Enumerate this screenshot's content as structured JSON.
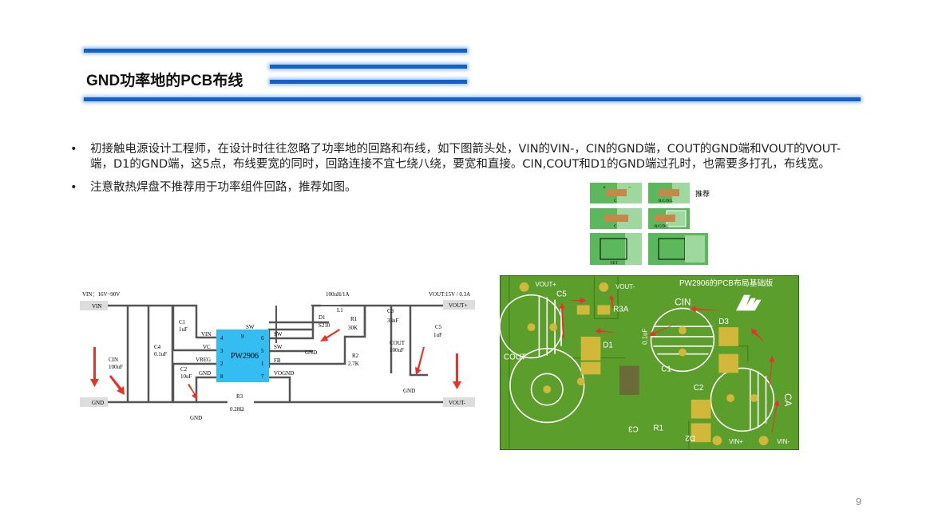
{
  "title": "GND功率地的PCB布线",
  "bullets": [
    "初接触电源设计工程师，在设计时往往忽略了功率地的回路和布线，如下图箭头处，VIN的VIN-，CIN的GND端，COUT的GND端和VOUT的VOUT-端，D1的GND端，这5点，布线要宽的同时，回路连接不宜七绕八绕，要宽和直接。CIN,COUT和D1的GND端过孔时，也需要多打孔，布线宽。",
    "注意散热焊盘不推荐用于功率组件回路，推荐如图。"
  ],
  "footprints": {
    "labels": [
      "C",
      "R/C/D/L",
      "C",
      "R/C/D/L",
      "FET"
    ],
    "recommend": "推荐",
    "plus": "+",
    "minus": "−"
  },
  "schematic": {
    "vin_spec": "VIN：16V~90V",
    "vout_spec": "VOUT:15V / 0.3A",
    "ports": {
      "vin": "VIN",
      "gnd": "GND",
      "vout_plus": "VOUT+",
      "vout_minus": "VOUT-"
    },
    "ic": {
      "name": "PW2906",
      "pins_left": [
        "VIN",
        "VC",
        "VREG",
        "GND"
      ],
      "pin_nums_left": [
        "4",
        "3",
        "2",
        "8"
      ],
      "pins_right": [
        "SW",
        "SW",
        "FB",
        "VOGND"
      ],
      "pin_nums_right": [
        "6",
        "5",
        "1",
        "7"
      ],
      "top_pin": "SW",
      "top_num": "9"
    },
    "parts": {
      "inductor": "100uH/1A",
      "l1": "L1",
      "d1": "D1",
      "d1_val": "S210",
      "r1": "R1",
      "r1_val": "30K",
      "r2": "R2",
      "r2_val": "2.7K",
      "c3": "C3",
      "c3_val": "33nF",
      "cout": "COUT",
      "cout_val": "100uF",
      "c5": "C5",
      "c5_val": "1uF",
      "c1": "C1",
      "c1_val": "1uF",
      "c4": "C4",
      "c4_val": "0.1uF",
      "cin": "CIN",
      "cin_val": "100uF",
      "c2": "C2",
      "c2_val": "10uF",
      "r3": "R3",
      "r3_val": "0.28Ω",
      "gnd": "GND"
    }
  },
  "pcb": {
    "title": "PW2906的PCB布局基础版",
    "labels": {
      "vout_plus": "VOUT+",
      "vout_minus": "VOUT-",
      "c5": "C5",
      "r3a": "R3A",
      "cin": "CIN",
      "d3": "D3",
      "d1": "D1",
      "cout": "COUT",
      "c1": "C1",
      "c2": "C2",
      "ca": "CA",
      "r1": "R1",
      "c3": "C3",
      "d2": "D2",
      "vin_plus": "VIN+",
      "vin_minus": "VIN-",
      "cap_val": "0.1uF"
    }
  },
  "page_number": "9",
  "colors": {
    "accent": "#1560c8",
    "pcb": "#5c9e2c",
    "ic": "#33bdf0",
    "arrow": "#e8332a"
  }
}
